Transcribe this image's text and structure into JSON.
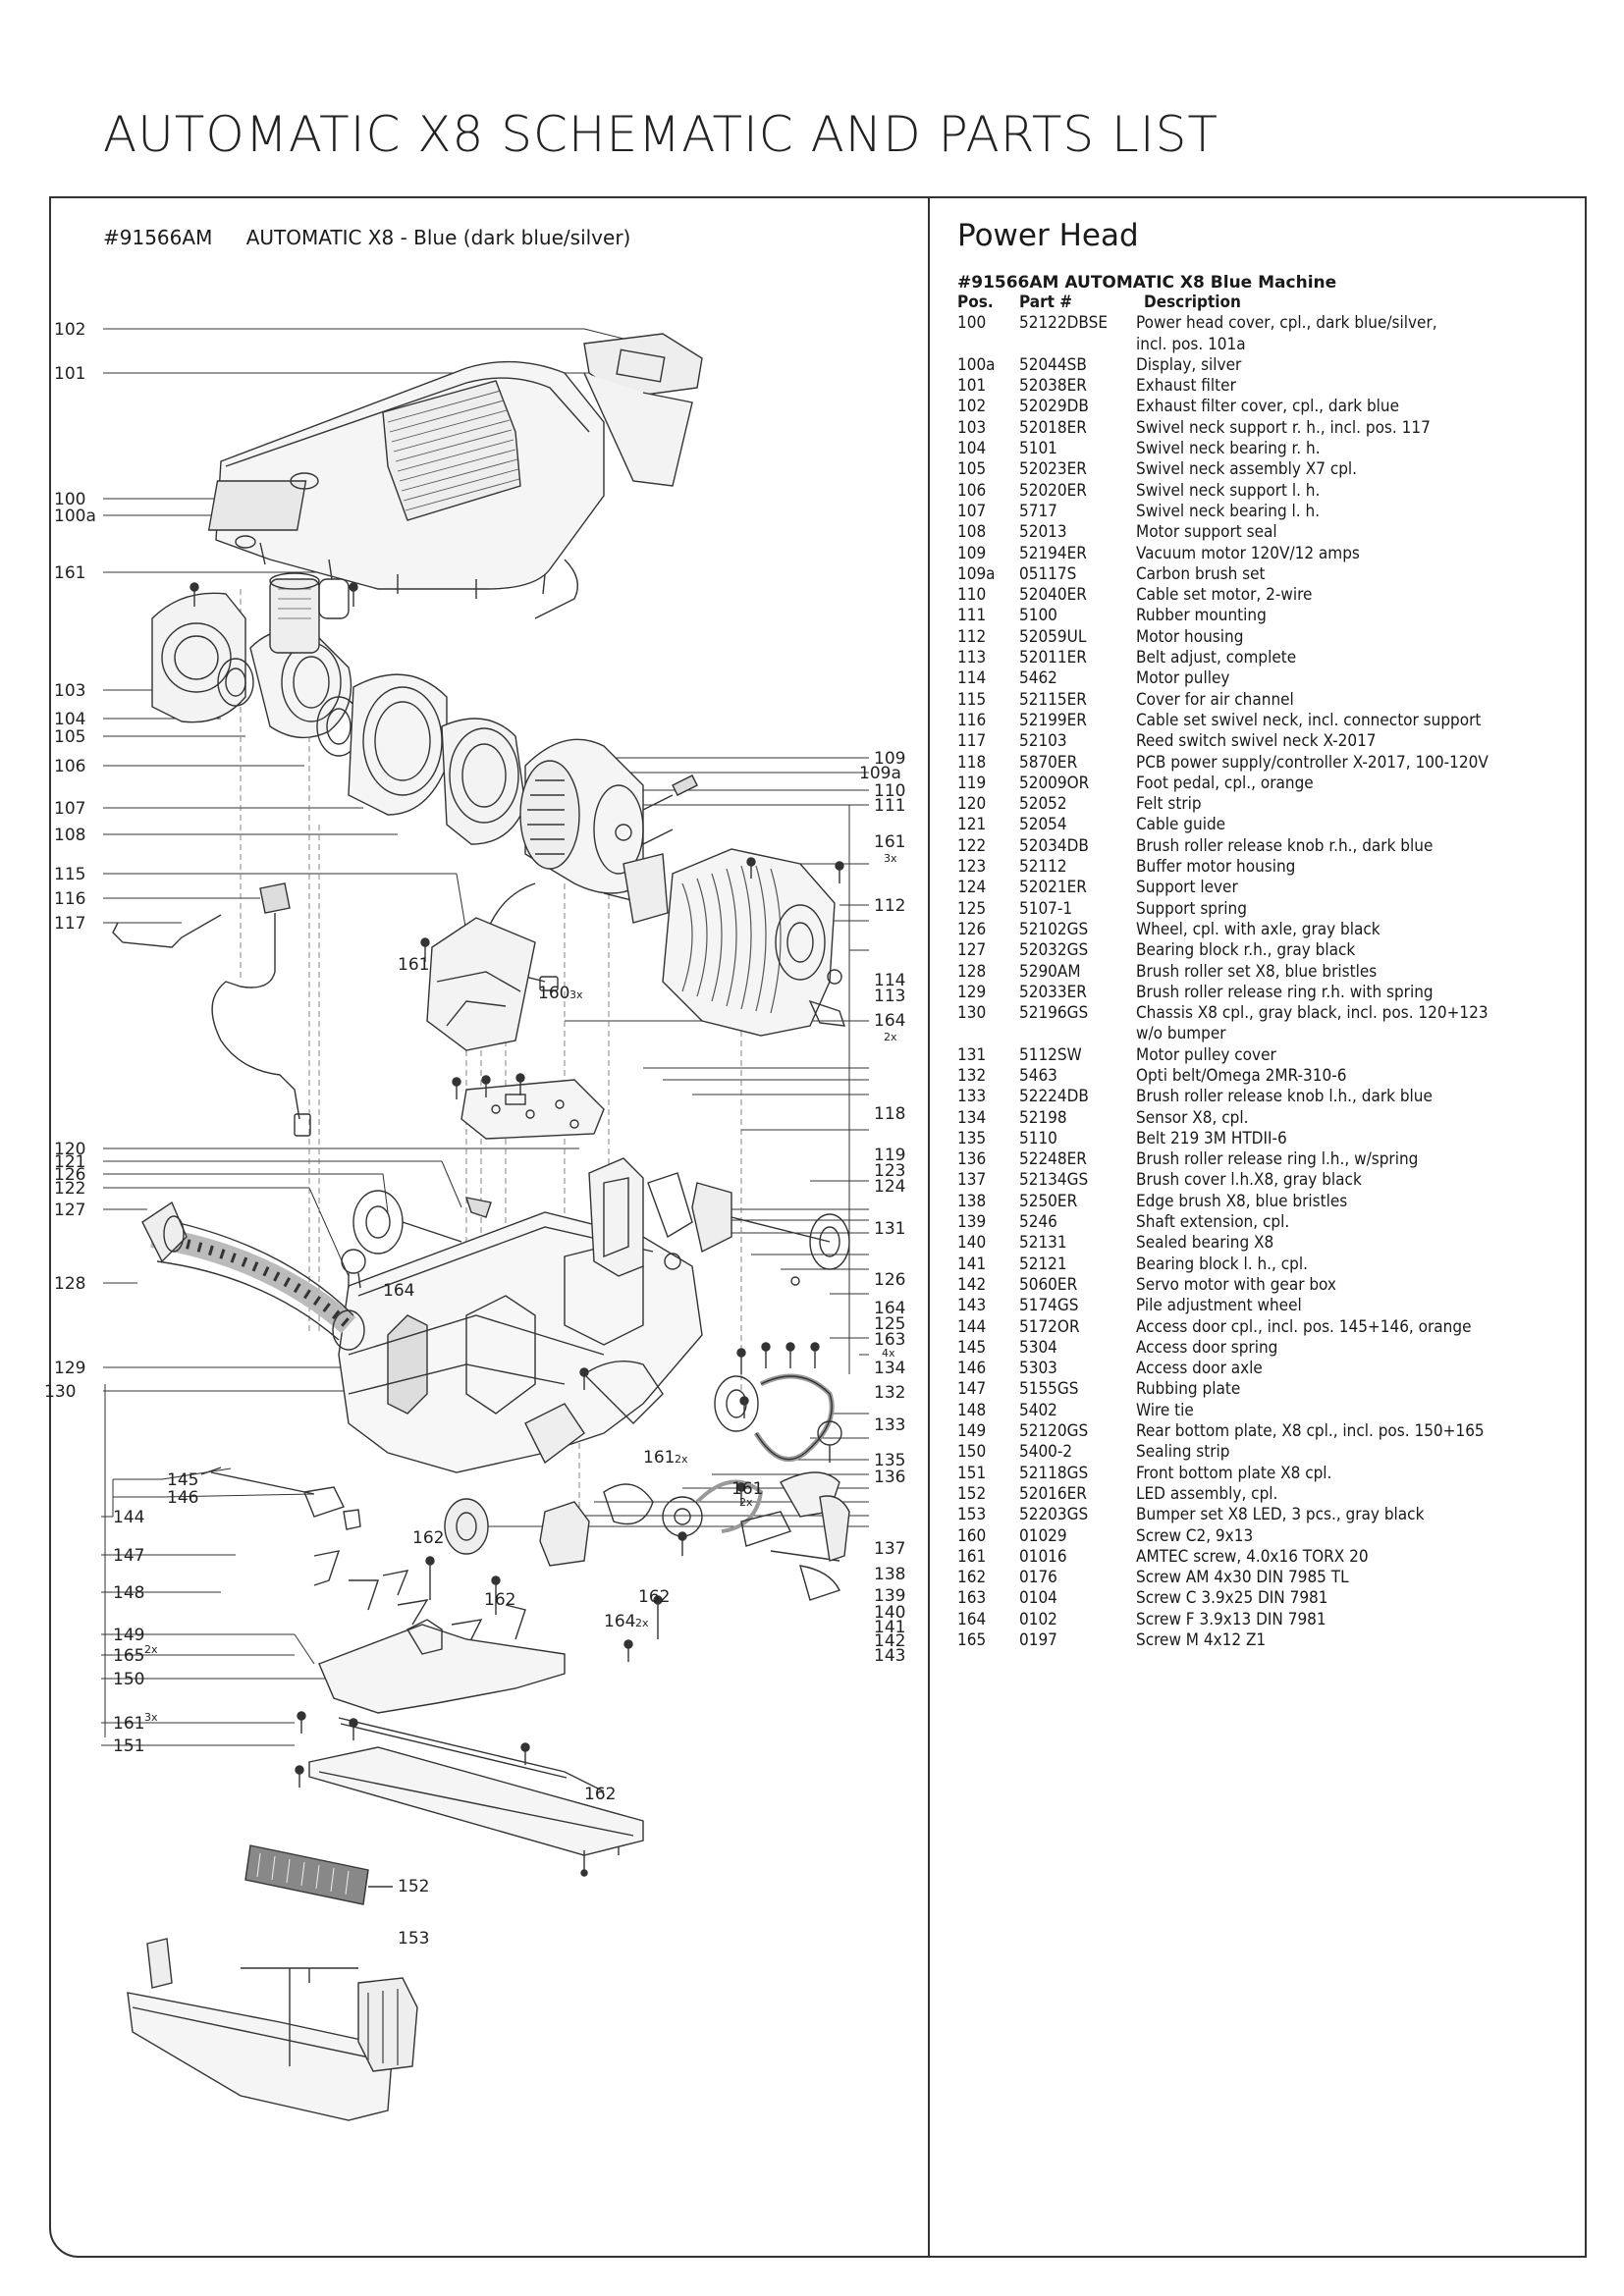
{
  "page": {
    "title": "AUTOMATIC X8 SCHEMATIC AND PARTS LIST"
  },
  "left_panel": {
    "model_number": "#91566AM",
    "model_name": "AUTOMATIC X8 - Blue (dark blue/silver)"
  },
  "parts_list": {
    "heading": "Power Head",
    "machine": "#91566AM AUTOMATIC X8 Blue Machine",
    "columns": {
      "pos": "Pos.",
      "part": "Part #",
      "desc": "Description"
    },
    "rows": [
      {
        "pos": "100",
        "part": "52122DBSE",
        "desc": "Power head cover, cpl., dark blue/silver,",
        "desc2": "incl. pos. 101a"
      },
      {
        "pos": "100a",
        "part": "52044SB",
        "desc": "Display, silver"
      },
      {
        "pos": "101",
        "part": "52038ER",
        "desc": "Exhaust filter"
      },
      {
        "pos": "102",
        "part": "52029DB",
        "desc": "Exhaust filter cover, cpl., dark blue"
      },
      {
        "pos": "103",
        "part": "52018ER",
        "desc": "Swivel neck support r. h., incl. pos. 117"
      },
      {
        "pos": "104",
        "part": "5101",
        "desc": "Swivel neck bearing  r. h."
      },
      {
        "pos": "105",
        "part": "52023ER",
        "desc": "Swivel neck assembly X7 cpl."
      },
      {
        "pos": "106",
        "part": "52020ER",
        "desc": "Swivel neck support l. h."
      },
      {
        "pos": "107",
        "part": "5717",
        "desc": "Swivel neck bearing  l. h."
      },
      {
        "pos": "108",
        "part": "52013",
        "desc": "Motor support seal"
      },
      {
        "pos": "109",
        "part": "52194ER",
        "desc": "Vacuum motor 120V/12 amps"
      },
      {
        "pos": "109a",
        "part": "05117S",
        "desc": "Carbon brush set"
      },
      {
        "pos": "110",
        "part": "52040ER",
        "desc": "Cable set motor, 2-wire"
      },
      {
        "pos": "111",
        "part": "5100",
        "desc": "Rubber mounting"
      },
      {
        "pos": "112",
        "part": "52059UL",
        "desc": "Motor housing"
      },
      {
        "pos": "113",
        "part": "52011ER",
        "desc": "Belt adjust, complete"
      },
      {
        "pos": "114",
        "part": "5462",
        "desc": "Motor pulley"
      },
      {
        "pos": "115",
        "part": "52115ER",
        "desc": "Cover for air channel"
      },
      {
        "pos": "116",
        "part": "52199ER",
        "desc": "Cable set swivel neck, incl. connector support"
      },
      {
        "pos": "117",
        "part": "52103",
        "desc": "Reed switch swivel neck X-2017"
      },
      {
        "pos": "118",
        "part": "5870ER",
        "desc": "PCB power supply/controller X-2017, 100-120V"
      },
      {
        "pos": "119",
        "part": "52009OR",
        "desc": "Foot pedal, cpl., orange"
      },
      {
        "pos": "120",
        "part": "52052",
        "desc": "Felt strip"
      },
      {
        "pos": "121",
        "part": "52054",
        "desc": "Cable guide"
      },
      {
        "pos": "122",
        "part": "52034DB",
        "desc": "Brush roller release knob r.h., dark blue"
      },
      {
        "pos": "123",
        "part": "52112",
        "desc": "Buffer motor housing"
      },
      {
        "pos": "124",
        "part": "52021ER",
        "desc": "Support lever"
      },
      {
        "pos": "125",
        "part": "5107-1",
        "desc": "Support spring"
      },
      {
        "pos": "126",
        "part": "52102GS",
        "desc": "Wheel, cpl. with axle, gray black"
      },
      {
        "pos": "127",
        "part": "52032GS",
        "desc": "Bearing block r.h., gray black"
      },
      {
        "pos": "128",
        "part": "5290AM",
        "desc": "Brush roller set X8, blue bristles"
      },
      {
        "pos": "129",
        "part": "52033ER",
        "desc": "Brush roller release ring r.h. with spring"
      },
      {
        "pos": "130",
        "part": "52196GS",
        "desc": "Chassis X8 cpl., gray black, incl. pos. 120+123",
        "desc2": "w/o bumper"
      },
      {
        "pos": "131",
        "part": "5112SW",
        "desc": "Motor pulley cover"
      },
      {
        "pos": "132",
        "part": "5463",
        "desc": "Opti belt/Omega 2MR-310-6"
      },
      {
        "pos": "133",
        "part": "52224DB",
        "desc": "Brush roller release knob l.h., dark blue"
      },
      {
        "pos": "134",
        "part": "52198",
        "desc": "Sensor X8, cpl."
      },
      {
        "pos": "135",
        "part": "5110",
        "desc": "Belt 219 3M HTDII-6"
      },
      {
        "pos": "136",
        "part": "52248ER",
        "desc": "Brush roller release ring l.h., w/spring"
      },
      {
        "pos": "137",
        "part": "52134GS",
        "desc": "Brush cover l.h.X8, gray black"
      },
      {
        "pos": "138",
        "part": "5250ER",
        "desc": "Edge brush X8, blue bristles"
      },
      {
        "pos": "139",
        "part": "5246",
        "desc": "Shaft extension, cpl."
      },
      {
        "pos": "140",
        "part": "52131",
        "desc": "Sealed bearing X8"
      },
      {
        "pos": "141",
        "part": "52121",
        "desc": "Bearing block l. h., cpl."
      },
      {
        "pos": "142",
        "part": "5060ER",
        "desc": "Servo motor with gear box"
      },
      {
        "pos": "143",
        "part": "5174GS",
        "desc": "Pile adjustment wheel"
      },
      {
        "pos": "144",
        "part": "5172OR",
        "desc": "Access door cpl., incl. pos. 145+146, orange"
      },
      {
        "pos": "145",
        "part": "5304",
        "desc": "Access door spring"
      },
      {
        "pos": "146",
        "part": "5303",
        "desc": "Access door axle"
      },
      {
        "pos": "147",
        "part": "5155GS",
        "desc": "Rubbing plate"
      },
      {
        "pos": "148",
        "part": "5402",
        "desc": "Wire tie"
      },
      {
        "pos": "149",
        "part": "52120GS",
        "desc": "Rear bottom plate, X8 cpl., incl. pos. 150+165"
      },
      {
        "pos": "150",
        "part": "5400-2",
        "desc": "Sealing strip"
      },
      {
        "pos": "151",
        "part": "52118GS",
        "desc": "Front bottom plate X8 cpl."
      },
      {
        "pos": "152",
        "part": "52016ER",
        "desc": "LED assembly, cpl."
      },
      {
        "pos": "153",
        "part": "52203GS",
        "desc": "Bumper set X8 LED, 3 pcs., gray black"
      },
      {
        "pos": "160",
        "part": "01029",
        "desc": "Screw C2, 9x13"
      },
      {
        "pos": "161",
        "part": "01016",
        "desc": "AMTEC screw, 4.0x16 TORX 20"
      },
      {
        "pos": "162",
        "part": "0176",
        "desc": "Screw AM 4x30 DIN 7985 TL"
      },
      {
        "pos": "163",
        "part": "0104",
        "desc": "Screw C 3.9x25 DIN 7981"
      },
      {
        "pos": "164",
        "part": "0102",
        "desc": "Screw F 3.9x13 DIN 7981"
      },
      {
        "pos": "165",
        "part": "0197",
        "desc": "Screw M 4x12 Z1"
      }
    ]
  },
  "callouts": {
    "left": [
      "102",
      "101",
      "100",
      "100a",
      "161",
      "103",
      "104",
      "105",
      "106",
      "107",
      "108",
      "115",
      "116",
      "117",
      "120",
      "121",
      "126",
      "122",
      "127",
      "128",
      "129",
      "130",
      "145",
      "146",
      "144",
      "147",
      "148",
      "149",
      "165",
      "150",
      "161",
      "151"
    ],
    "right": [
      "109",
      "109a",
      "110",
      "111",
      "161",
      "112",
      "114",
      "113",
      "164",
      "118",
      "119",
      "123",
      "124",
      "131",
      "126",
      "164",
      "125",
      "163",
      "134",
      "132",
      "133",
      "135",
      "136",
      "137",
      "138",
      "139",
      "140",
      "141",
      "142",
      "143"
    ],
    "inner": [
      "161",
      "160",
      "164",
      "162",
      "162",
      "162",
      "161",
      "161",
      "164",
      "162",
      "152",
      "153"
    ],
    "qty": [
      "3x",
      "2x",
      "3x",
      "2x",
      "4x",
      "2x",
      "2x",
      "2x",
      "3x"
    ]
  }
}
